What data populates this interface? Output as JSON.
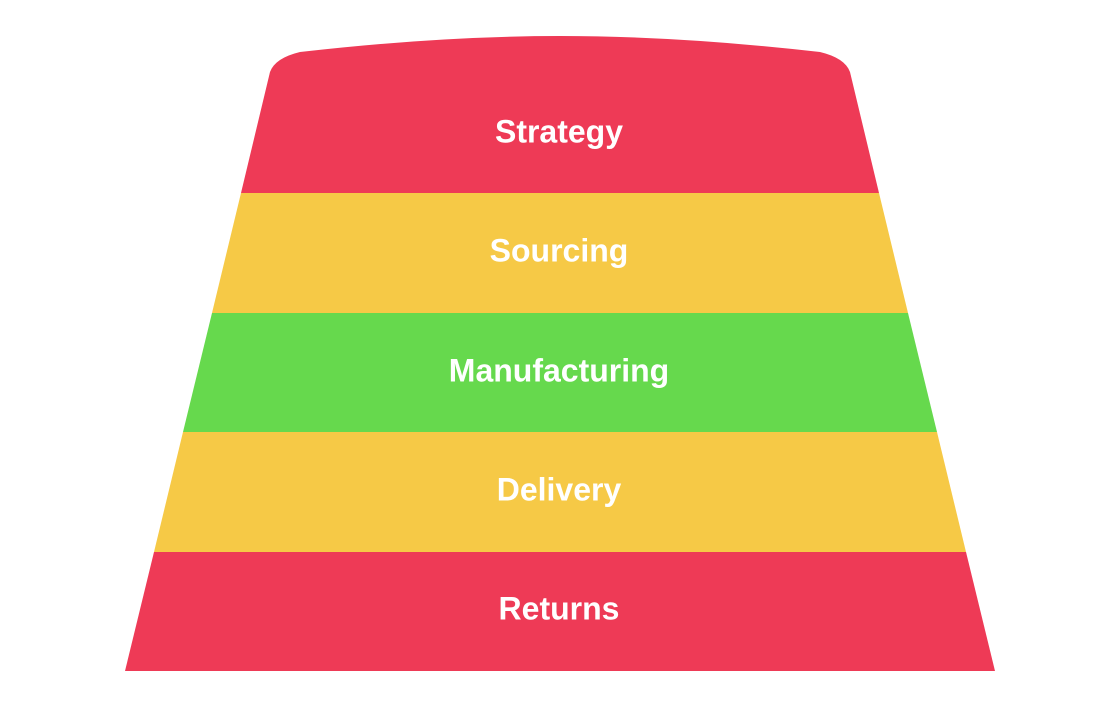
{
  "layers": [
    {
      "label": "Strategy",
      "color": "#ee3a56"
    },
    {
      "label": "Sourcing",
      "color": "#f6c946"
    },
    {
      "label": "Manufacturing",
      "color": "#66d94d"
    },
    {
      "label": "Delivery",
      "color": "#f6c946"
    },
    {
      "label": "Returns",
      "color": "#ee3a56"
    }
  ]
}
